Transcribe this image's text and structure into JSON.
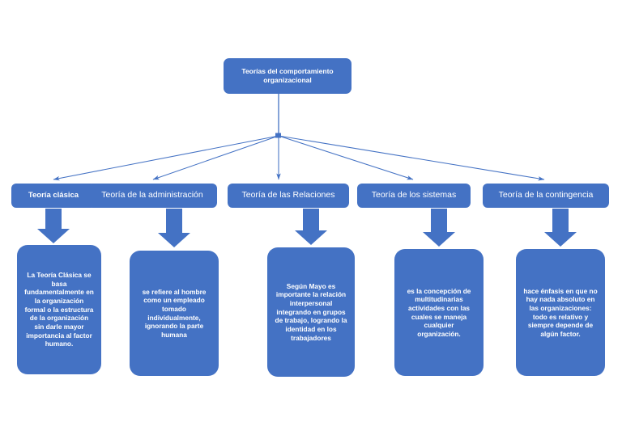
{
  "diagram": {
    "title": "Teorías del comportamiento organizacional",
    "root": {
      "label": "Teorías del comportamiento organizacional"
    },
    "colors": {
      "node_fill": "#4472C4",
      "node_text": "#FFFFFF",
      "connector": "#4472C4",
      "background": "#FFFFFF"
    },
    "branches": [
      {
        "category": "Teoría clásica",
        "description": "La Teoría Clásica se basa fundamentalmente en la organización formal o la estructura de la organización sin darle mayor importancia al factor humano."
      },
      {
        "category": "Teoría de la administración",
        "description": "se refiere al hombre como un empleado tomado individualmente, ignorando la parte humana"
      },
      {
        "category": "Teoría de las Relaciones",
        "description": "Según Mayo es importante la relación interpersonal integrando en grupos de trabajo, logrando la identidad en los trabajadores"
      },
      {
        "category": "Teoría de los sistemas",
        "description": "es la concepción de multitudinarias actividades con las cuales se maneja cualquier organización."
      },
      {
        "category": "Teoría de la contingencia",
        "description": "hace énfasis en que no hay nada absoluto en las organizaciones: todo es relativo y siempre depende de algún factor."
      }
    ]
  }
}
